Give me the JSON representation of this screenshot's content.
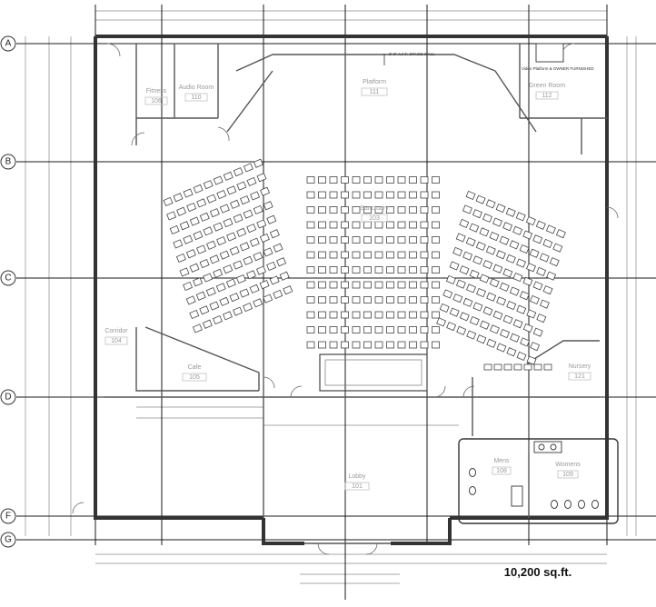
{
  "plan": {
    "total_area": "10,200 sq.ft.",
    "grid_rows": [
      "A",
      "B",
      "C",
      "D",
      "F",
      "G"
    ],
    "rooms": [
      {
        "name": "Fitness",
        "number": "106"
      },
      {
        "name": "Audio Room",
        "number": "110"
      },
      {
        "name": "Platform",
        "number": "111"
      },
      {
        "name": "Green Room",
        "number": "112"
      },
      {
        "name": "Sanctuary",
        "number": "103"
      },
      {
        "name": "Corridor",
        "number": "104"
      },
      {
        "name": "Cafe",
        "number": "105"
      },
      {
        "name": "Nursery",
        "number": "121"
      },
      {
        "name": "Lobby",
        "number": "101"
      },
      {
        "name": "Mens",
        "number": "108"
      },
      {
        "name": "Womens",
        "number": "109"
      }
    ],
    "notes": {
      "stage_wall": "8'-0\" A.F.F. STAGE WALL",
      "video_platform": "Video Platform & OWNER FURNISHED"
    }
  },
  "colors": {
    "wall": "#333333",
    "grid": "#1a1a1a",
    "room_label": "#9a9a9a",
    "background": "#ffffff"
  }
}
